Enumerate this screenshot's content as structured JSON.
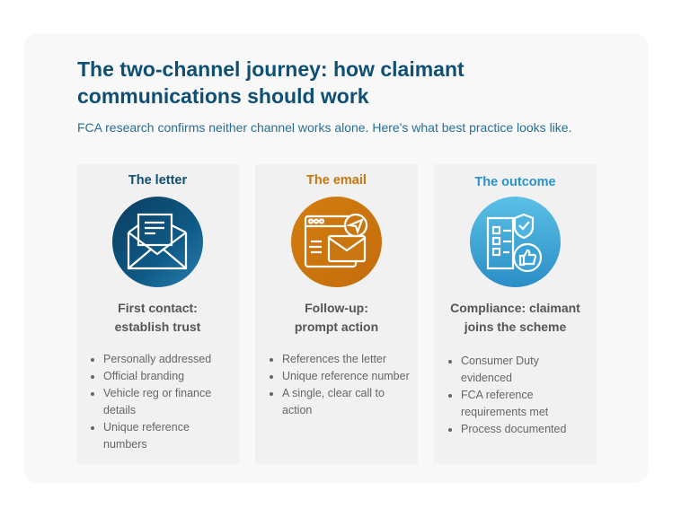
{
  "title": "The two-channel journey: how claimant communications should work",
  "subtitle": "FCA research confirms neither channel works alone. Here's what best practice looks like.",
  "colors": {
    "letter": "#0e4f73",
    "email": "#c97611",
    "outcome": "#2a93c9"
  },
  "columns": [
    {
      "label": "The letter",
      "icon": "envelope-icon",
      "heading_1": "First contact:",
      "heading_2": "establish trust",
      "bullets": [
        "Personally addressed",
        "Official branding",
        "Vehicle reg or finance details",
        "Unique reference numbers"
      ]
    },
    {
      "label": "The email",
      "icon": "email-send-icon",
      "heading_1": "Follow-up:",
      "heading_2": "prompt action",
      "bullets": [
        "References the letter",
        "Unique reference number",
        "A single, clear call to action"
      ]
    },
    {
      "label": "The outcome",
      "icon": "checklist-approved-icon",
      "heading_1": "Compliance: claimant",
      "heading_2": "joins the scheme",
      "bullets": [
        "Consumer Duty evidenced",
        "FCA reference requirements met",
        "Process documented"
      ]
    }
  ]
}
